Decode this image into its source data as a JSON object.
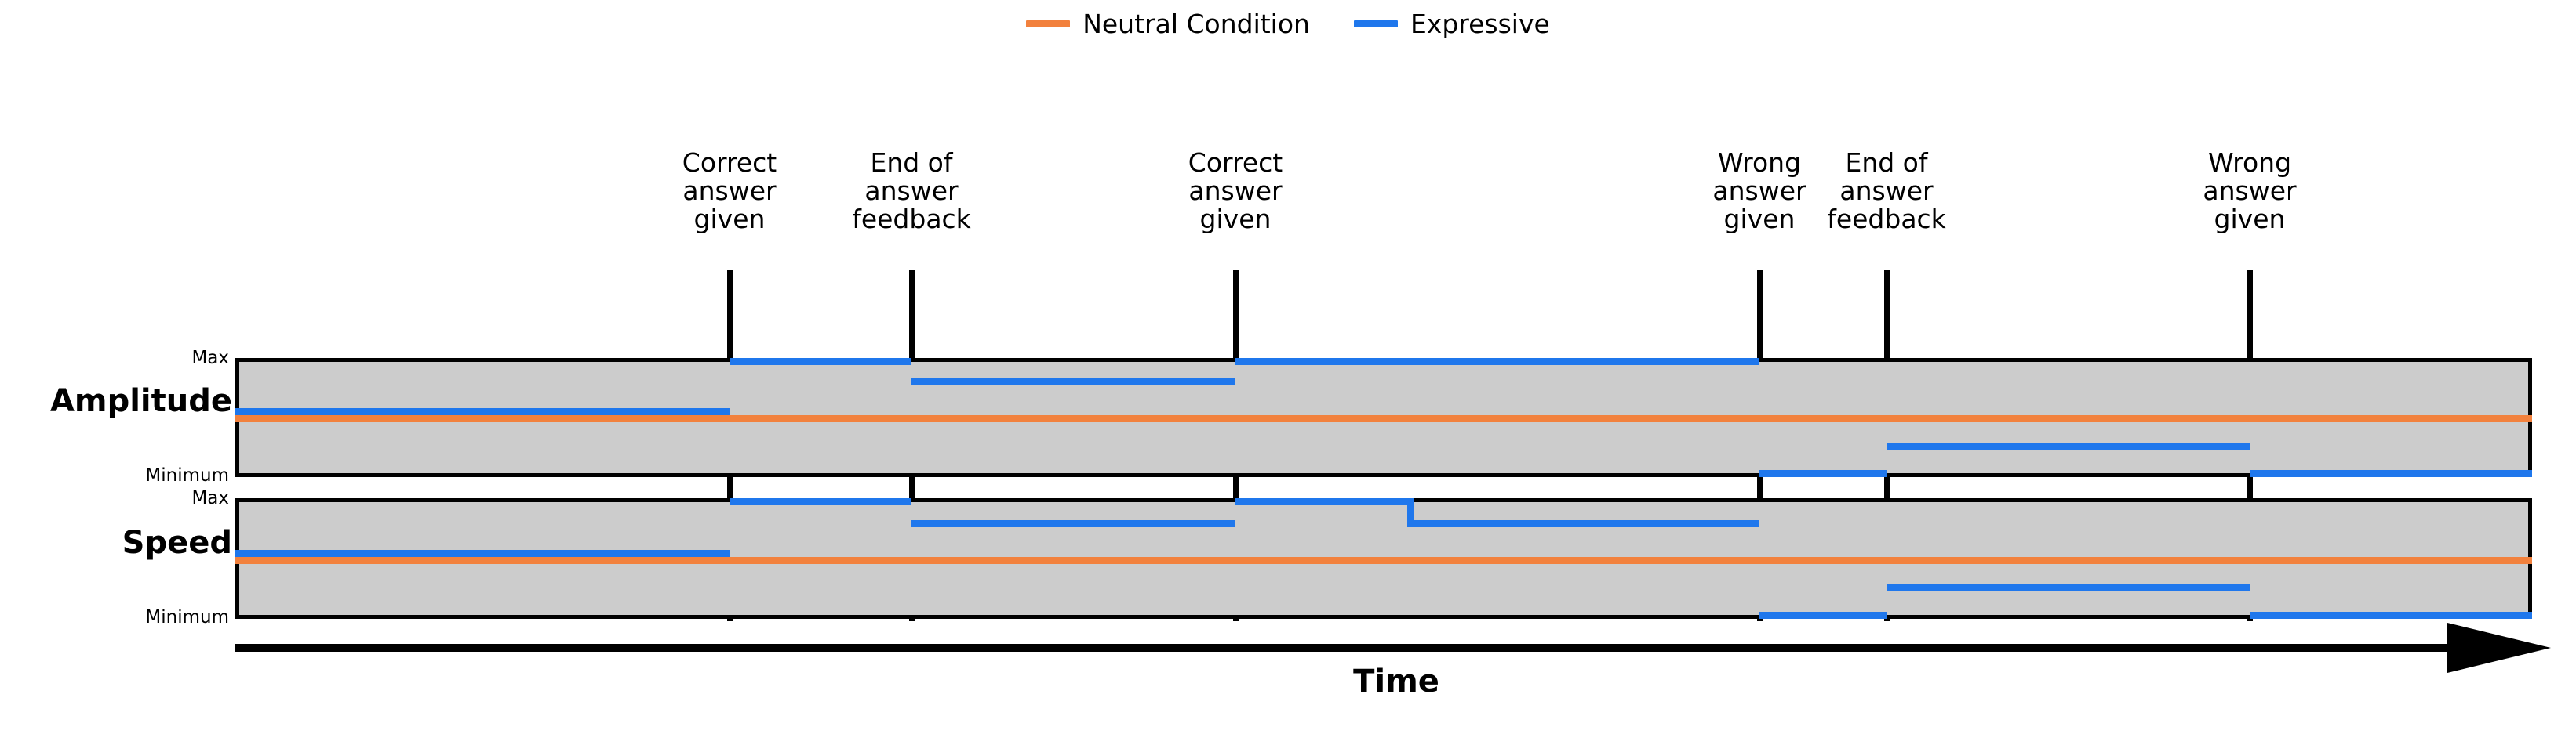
{
  "figure": {
    "title": "",
    "axis_label": "Time"
  },
  "legend": {
    "position": "top-center",
    "items": [
      {
        "label": "Neutral Condition",
        "color": "#f2813d",
        "icon": "line-swatch"
      },
      {
        "label": "Expressive",
        "color": "#1f77ec",
        "icon": "line-swatch"
      }
    ]
  },
  "events": [
    {
      "label": "Correct\nanswer\ngiven",
      "x": 930
    },
    {
      "label": "End of\nanswer\nfeedback",
      "x": 1162
    },
    {
      "label": "Correct\nanswer\ngiven",
      "x": 1575
    },
    {
      "label": "Wrong\nanswer\ngiven",
      "x": 2243
    },
    {
      "label": "End of\nanswer\nfeedback",
      "x": 2405
    },
    {
      "label": "Wrong\nanswer\ngiven",
      "x": 2868
    }
  ],
  "panels": [
    {
      "name": "Amplitude",
      "title": "Amplitude",
      "ticks": {
        "top": "Max",
        "bottom": "Minimum"
      }
    },
    {
      "name": "Speed",
      "title": "Speed",
      "ticks": {
        "top": "Max",
        "bottom": "Minimum"
      }
    }
  ],
  "chart_data": {
    "type": "line",
    "title": "",
    "xlabel": "Time",
    "ylabel": "",
    "grid": false,
    "legend_position": "top-center",
    "x_event_markers": [
      {
        "name": "Correct answer given",
        "x": 930
      },
      {
        "name": "End of answer feedback",
        "x": 1162
      },
      {
        "name": "Correct answer given",
        "x": 1575
      },
      {
        "name": "Wrong answer given",
        "x": 2243
      },
      {
        "name": "End of answer feedback",
        "x": 2405
      },
      {
        "name": "Wrong answer given",
        "x": 2868
      }
    ],
    "panels": [
      {
        "name": "Amplitude",
        "ylim_labels": [
          "Minimum",
          "Max"
        ],
        "x_range": [
          300,
          3228
        ],
        "series": [
          {
            "name": "Neutral Condition",
            "color": "#f2813d",
            "steps": [
              {
                "x_start": 300,
                "x_end": 3228,
                "level": 0.5
              }
            ]
          },
          {
            "name": "Expressive",
            "color": "#1f77ec",
            "steps": [
              {
                "x_start": 300,
                "x_end": 930,
                "level": 0.56
              },
              {
                "x_start": 930,
                "x_end": 1162,
                "level": 1.0
              },
              {
                "x_start": 1162,
                "x_end": 1575,
                "level": 0.88
              },
              {
                "x_start": 1575,
                "x_end": 2243,
                "level": 1.0
              },
              {
                "x_start": 2243,
                "x_end": 2405,
                "level": 0.0
              },
              {
                "x_start": 2405,
                "x_end": 2868,
                "level": 0.22
              },
              {
                "x_start": 2868,
                "x_end": 3228,
                "level": 0.0
              }
            ]
          }
        ]
      },
      {
        "name": "Speed",
        "ylim_labels": [
          "Minimum",
          "Max"
        ],
        "x_range": [
          300,
          3228
        ],
        "series": [
          {
            "name": "Neutral Condition",
            "color": "#f2813d",
            "steps": [
              {
                "x_start": 300,
                "x_end": 3228,
                "level": 0.5
              }
            ]
          },
          {
            "name": "Expressive",
            "color": "#1f77ec",
            "steps": [
              {
                "x_start": 300,
                "x_end": 930,
                "level": 0.56
              },
              {
                "x_start": 930,
                "x_end": 1162,
                "level": 1.0
              },
              {
                "x_start": 1162,
                "x_end": 1575,
                "level": 0.82
              },
              {
                "x_start": 1575,
                "x_end": 1800,
                "level": 1.0
              },
              {
                "x_start": 1800,
                "x_end": 2243,
                "level": 0.82
              },
              {
                "x_start": 2243,
                "x_end": 2405,
                "level": 0.0
              },
              {
                "x_start": 2405,
                "x_end": 2868,
                "level": 0.22
              },
              {
                "x_start": 2868,
                "x_end": 3228,
                "level": 0.0
              }
            ]
          }
        ]
      }
    ]
  }
}
